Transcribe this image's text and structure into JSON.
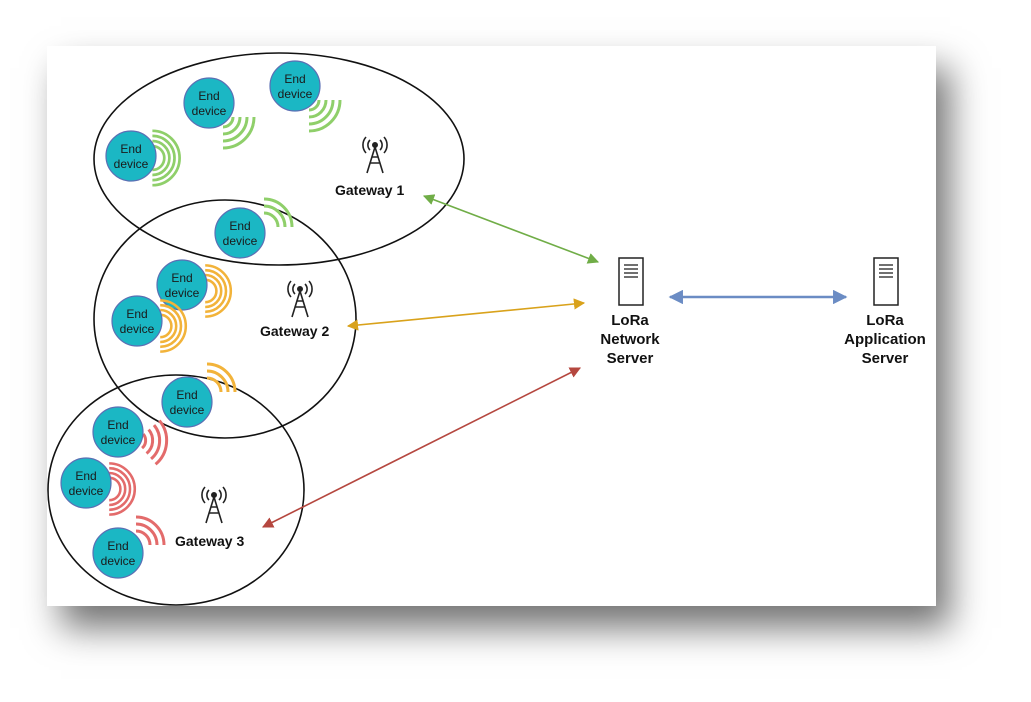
{
  "end_device_label_line1": "End",
  "end_device_label_line2": "device",
  "gateways": [
    {
      "label": "Gateway 1",
      "color": "#70ad47"
    },
    {
      "label": "Gateway 2",
      "color": "#d9a21b"
    },
    {
      "label": "Gateway 3",
      "color": "#b5473f"
    }
  ],
  "network_server": {
    "lines": [
      "LoRa",
      "Network",
      "Server"
    ]
  },
  "application_server": {
    "lines": [
      "LoRa",
      "Application",
      "Server"
    ]
  },
  "colors": {
    "device_fill": "#1bb7c4",
    "device_stroke": "#5b6fb4",
    "wave_green": "#8fcf6a",
    "wave_yellow": "#f2b33a",
    "wave_red": "#e36b6b",
    "server_link": "#6b8cc4"
  }
}
